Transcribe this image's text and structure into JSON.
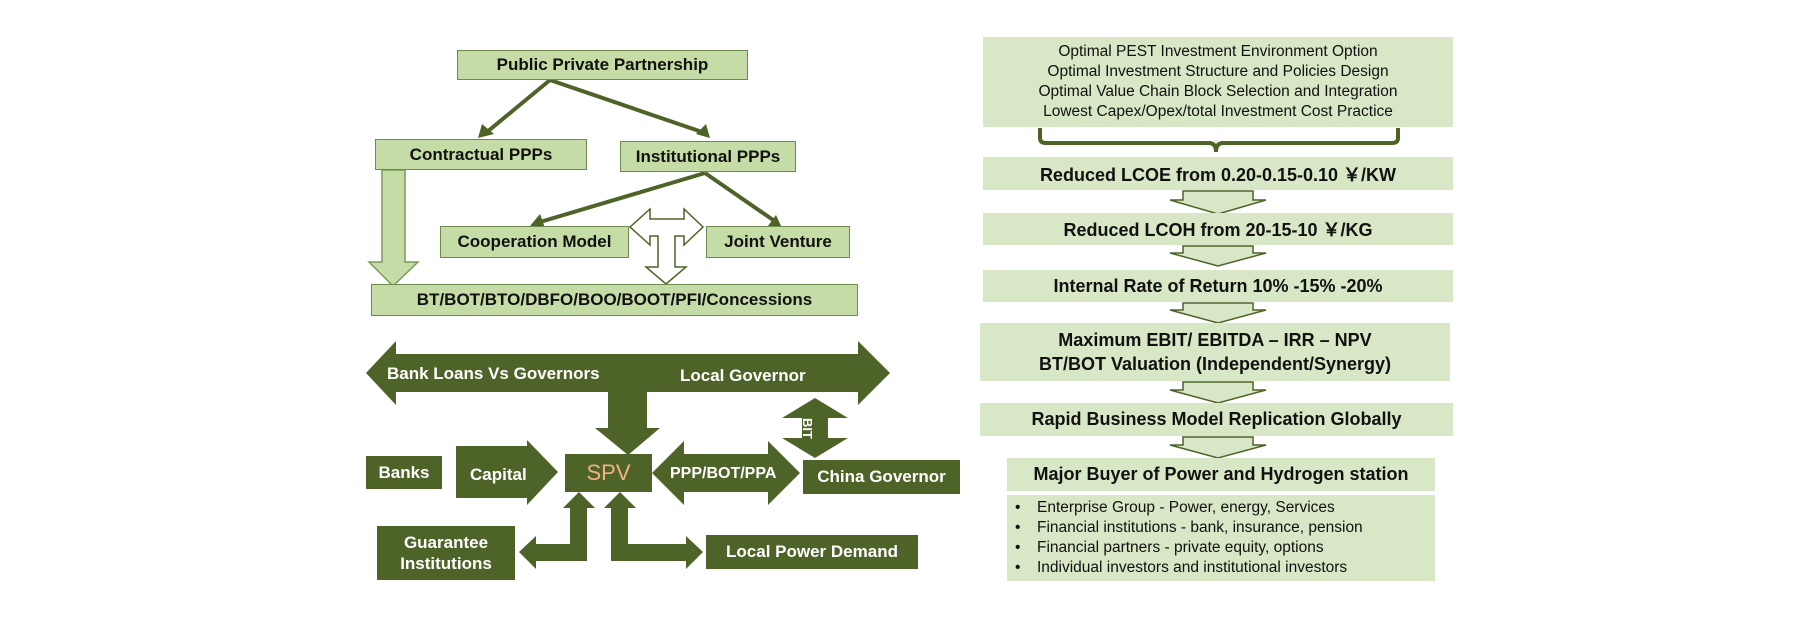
{
  "left": {
    "ppp": "Public Private Partnership",
    "contractual": "Contractual PPPs",
    "institutional": "Institutional PPPs",
    "cooperation": "Cooperation Model",
    "joint_venture": "Joint Venture",
    "models": "BT/BOT/BTO/DBFO/BOO/BOOT/PFI/Concessions",
    "bank_loans": "Bank Loans Vs Governors",
    "local_governor": "Local Governor",
    "bit": "BIT",
    "banks": "Banks",
    "capital": "Capital",
    "spv": "SPV",
    "ppp_bot_ppa": "PPP/BOT/PPA",
    "china_governor": "China Governor",
    "guarantee": "Guarantee Institutions",
    "local_power": "Local Power Demand"
  },
  "right": {
    "optimal_lines": [
      "Optimal PEST Investment Environment Option",
      "Optimal Investment Structure and Policies Design",
      "Optimal Value Chain Block Selection and Integration",
      "Lowest Capex/Opex/total Investment Cost Practice"
    ],
    "lcoe": "Reduced LCOE from 0.20-0.15-0.10 ￥/KW",
    "lcoh": "Reduced LCOH from 20-15-10 ￥/KG",
    "irr": "Internal Rate of Return 10% -15% -20%",
    "ebit_line1": "Maximum EBIT/ EBITDA – IRR – NPV",
    "ebit_line2": "BT/BOT Valuation (Independent/Synergy)",
    "rapid": "Rapid Business Model Replication Globally",
    "buyer": "Major Buyer of Power and Hydrogen station",
    "buyer_items": [
      "Enterprise Group - Power, energy, Services",
      "Financial institutions - bank, insurance, pension",
      "Financial partners - private equity, options",
      "Individual investors and institutional investors"
    ],
    "bullet": "•"
  },
  "colors": {
    "dark_green": "#4e6328",
    "light_green": "#c6dca6",
    "pale_green": "#d8e7c6",
    "spv_text": "#f4b183"
  }
}
